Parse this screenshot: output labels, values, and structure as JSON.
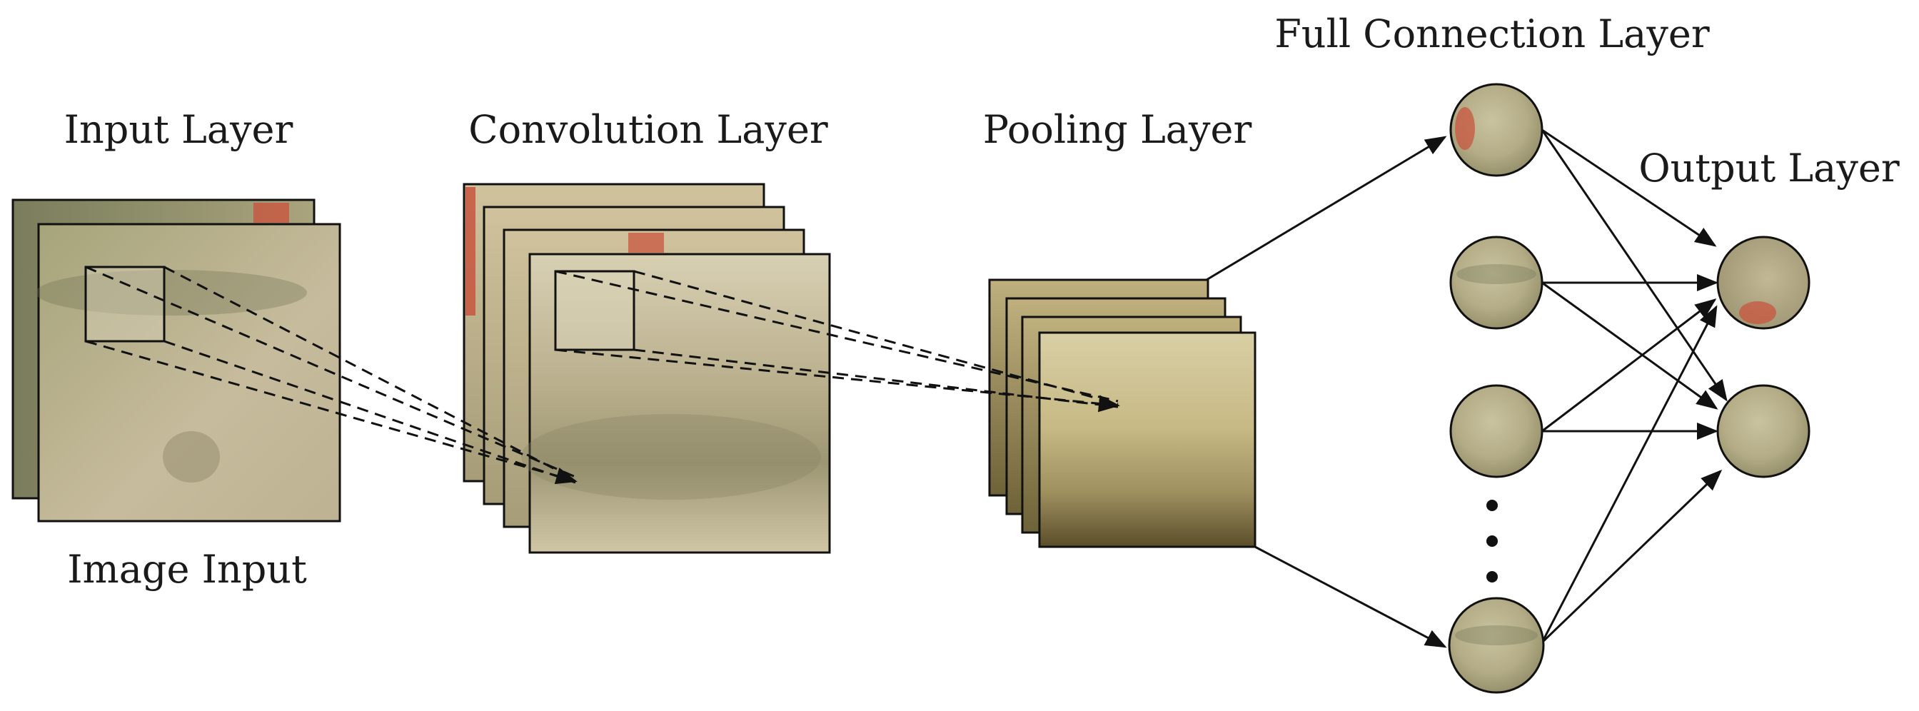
{
  "labels": {
    "input_layer": "Input Layer",
    "image_input": "Image Input",
    "convolution_layer": "Convolution Layer",
    "pooling_layer": "Pooling Layer",
    "full_connection_layer": "Full Connection Layer",
    "output_layer": "Output Layer"
  },
  "colors": {
    "texture_base": "#b7b089",
    "texture_green": "#a6a57a",
    "texture_red": "#c8553f",
    "pool_dark": "#5a4e2a",
    "line": "#111111"
  }
}
